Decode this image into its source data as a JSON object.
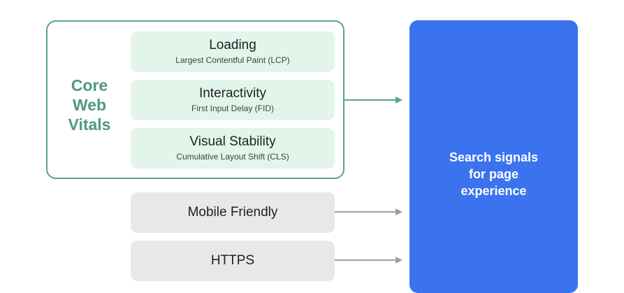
{
  "core_web_vitals": {
    "label_lines": [
      "Core",
      "Web",
      "Vitals"
    ],
    "metrics": [
      {
        "title": "Loading",
        "subtitle": "Largest Contentful Paint (LCP)"
      },
      {
        "title": "Interactivity",
        "subtitle": "First Input Delay (FID)"
      },
      {
        "title": "Visual Stability",
        "subtitle": "Cumulative Layout Shift (CLS)"
      }
    ]
  },
  "other_signals": [
    {
      "title": "Mobile Friendly"
    },
    {
      "title": "HTTPS"
    }
  ],
  "target": {
    "label_lines": [
      "Search signals",
      "for page",
      "experience"
    ]
  },
  "colors": {
    "vitals_border": "#5aa489",
    "vitals_text": "#4f9a7c",
    "metric_fill": "#e3f5eb",
    "signal_fill": "#e8e8ea",
    "target_fill": "#3b73ef",
    "green_arrow": "#5aa489",
    "gray_arrow": "#9aa0a6"
  }
}
